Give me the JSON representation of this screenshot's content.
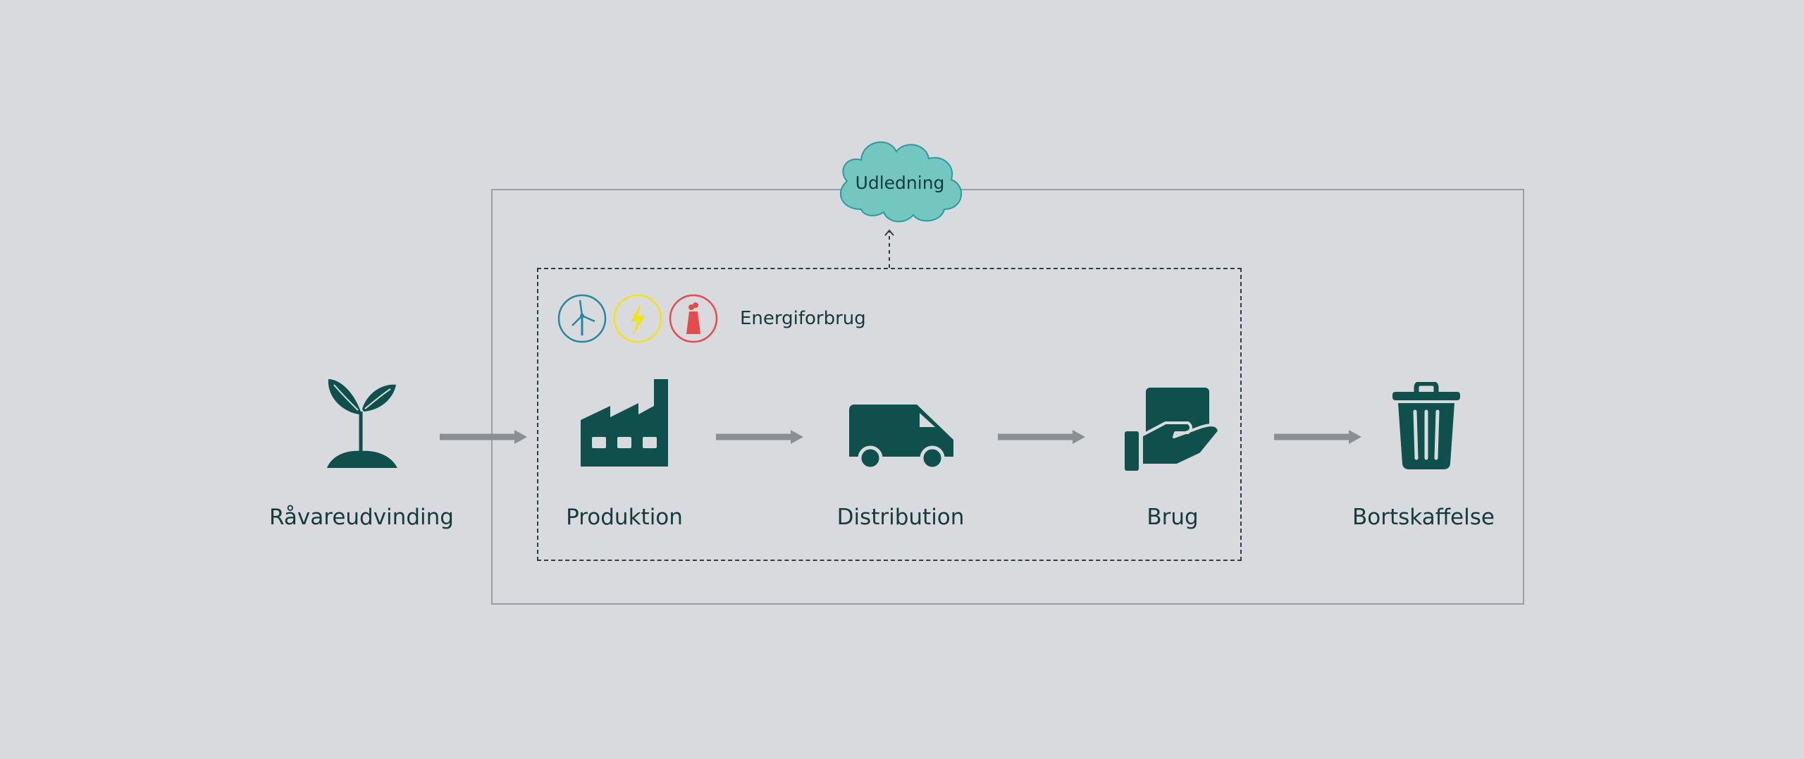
{
  "diagram": {
    "stages": [
      {
        "label": "Råvareudvinding",
        "icon": "sprout-icon"
      },
      {
        "label": "Produktion",
        "icon": "factory-icon"
      },
      {
        "label": "Distribution",
        "icon": "truck-icon"
      },
      {
        "label": "Brug",
        "icon": "hand-holding-icon"
      },
      {
        "label": "Bortskaffelse",
        "icon": "trash-can-icon"
      }
    ],
    "energy": {
      "label": "Energiforbrug",
      "sources": [
        {
          "icon": "wind-turbine-icon",
          "color": "#1f8aa0"
        },
        {
          "icon": "lightning-icon",
          "color": "#f2e21a"
        },
        {
          "icon": "smokestack-icon",
          "color": "#e64b4b"
        }
      ]
    },
    "emission": {
      "label": "Udledning",
      "icon": "cloud-icon",
      "fill": "#74c7bf",
      "stroke": "#2a9aa3"
    },
    "colors": {
      "icon": "#0f4f4c",
      "arrow": "#8a8f94",
      "text": "#143c3c",
      "background": "#d9dadd"
    }
  }
}
